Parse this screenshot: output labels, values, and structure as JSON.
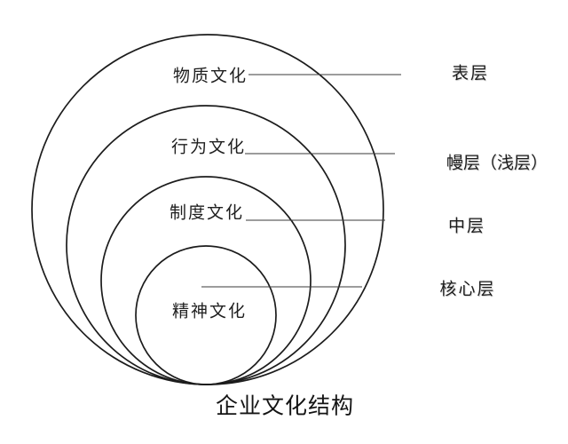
{
  "diagram": {
    "title": "企业文化结构",
    "rings": [
      {
        "label": "物质文化",
        "layer": "表层"
      },
      {
        "label": "行为文化",
        "layer": "幔层（浅层）"
      },
      {
        "label": "制度文化",
        "layer": "中层"
      },
      {
        "label": "精神文化",
        "layer": "核心层"
      }
    ],
    "colors": {
      "ring_stroke": "#1c1c1c",
      "connector_stroke": "#3a3a3a",
      "text": "#1f1f1f",
      "background": "#ffffff"
    }
  }
}
